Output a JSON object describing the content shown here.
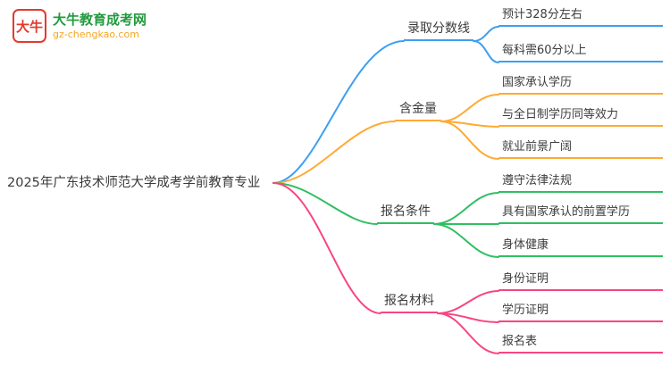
{
  "logo": {
    "icon_text": "大牛",
    "title": "大牛教育成考网",
    "subtitle": "gz-chengkao.com",
    "icon_color": "#e23a2e",
    "title_color": "#239a3f",
    "subtitle_color": "#f5a623"
  },
  "mindmap": {
    "root": "2025年广东技术师范大学成考学前教育专业",
    "branches": [
      {
        "label": "录取分数线",
        "color": "#3d9ff2",
        "children": [
          "预计328分左右",
          "每科需60分以上"
        ]
      },
      {
        "label": "含金量",
        "color": "#ffaa33",
        "children": [
          "国家承认学历",
          "与全日制学历同等效力",
          "就业前景广阔"
        ]
      },
      {
        "label": "报名条件",
        "color": "#2fbf62",
        "children": [
          "遵守法律法规",
          "具有国家承认的前置学历",
          "身体健康"
        ]
      },
      {
        "label": "报名材料",
        "color": "#f74680",
        "children": [
          "身份证明",
          "学历证明",
          "报名表"
        ]
      }
    ]
  }
}
